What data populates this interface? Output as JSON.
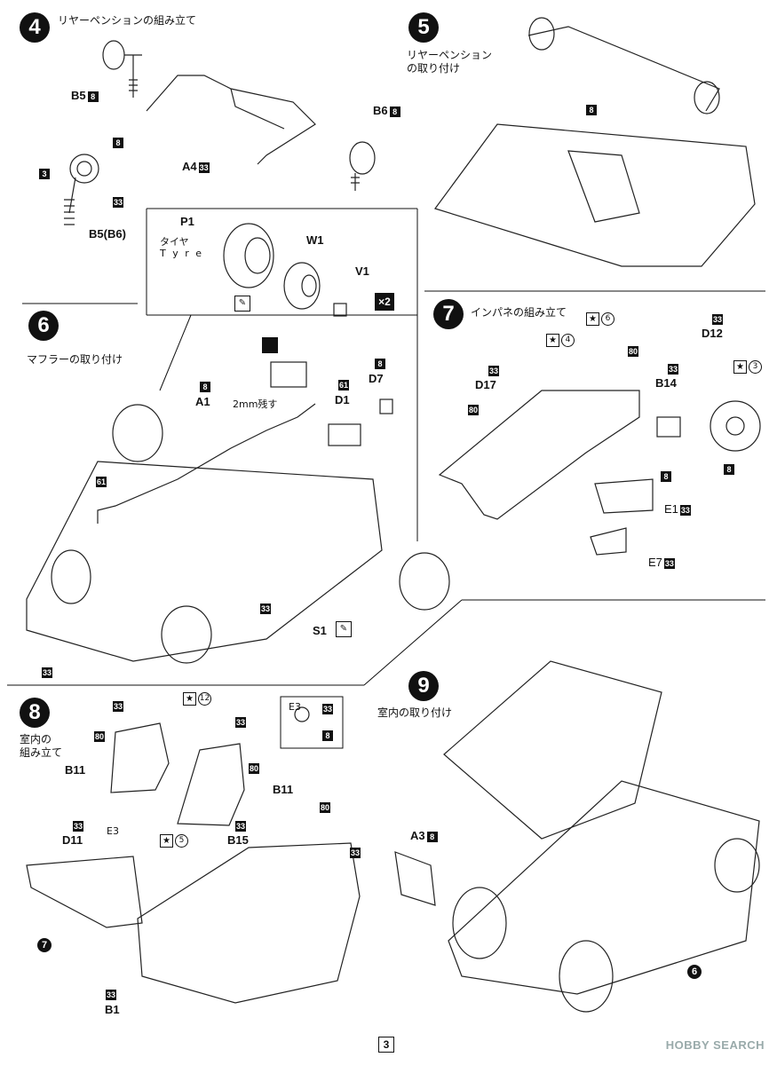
{
  "steps": {
    "s4": {
      "num": "4",
      "title": "リヤーペンションの組み立て"
    },
    "s5": {
      "num": "5",
      "title": "リヤーペンション\nの取り付け"
    },
    "s6": {
      "num": "6",
      "title": "マフラーの取り付け"
    },
    "s7": {
      "num": "7",
      "title": "インパネの組み立て"
    },
    "s8": {
      "num": "8",
      "title": "室内の\n組み立て"
    },
    "s9": {
      "num": "9",
      "title": "室内の取り付け"
    }
  },
  "labels": {
    "b5": "B5",
    "b6": "B6",
    "a4": "A4",
    "b5b6": "B5(B6)",
    "p1": "P1",
    "tyre_jp": "タイヤ",
    "tyre_en": "T y r e",
    "w1": "W1",
    "v1": "V1",
    "x2": "×2",
    "a1": "A1",
    "d1": "D1",
    "d7": "D7",
    "note_2mm": "2mm残す",
    "s1": "S1",
    "d17": "D17",
    "d12": "D12",
    "b14": "B14",
    "e1": "E1",
    "e7": "E7",
    "b11a": "B11",
    "b11b": "B11",
    "e3": "E3",
    "e3box": "E3",
    "d11": "D11",
    "b15": "B15",
    "b1": "B1",
    "a3": "A3"
  },
  "colors": {
    "c8": "8",
    "c33": "33",
    "c3": "3",
    "c61": "61",
    "c80": "80"
  },
  "stars": {
    "st4": "4",
    "st6": "6",
    "st3": "3",
    "st12": "12",
    "st5": "5"
  },
  "refs": {
    "r7": "7",
    "r6": "6"
  },
  "page": {
    "number": "3"
  },
  "watermark": "HOBBY SEARCH"
}
